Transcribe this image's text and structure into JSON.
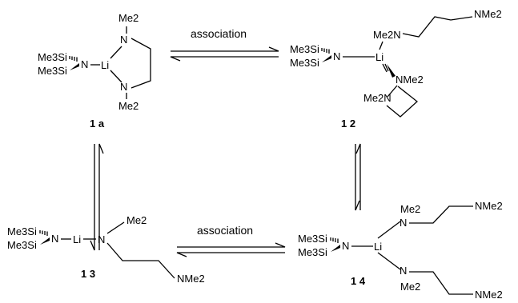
{
  "scheme": {
    "step_label": "association",
    "atoms": {
      "me3si": "Me3Si",
      "n": "N",
      "li": "Li",
      "me2": "Me2",
      "nme2": "NMe2"
    },
    "compounds": {
      "c1a": "1 a",
      "c12": "1 2",
      "c13": "1 3",
      "c14": "1 4"
    }
  }
}
